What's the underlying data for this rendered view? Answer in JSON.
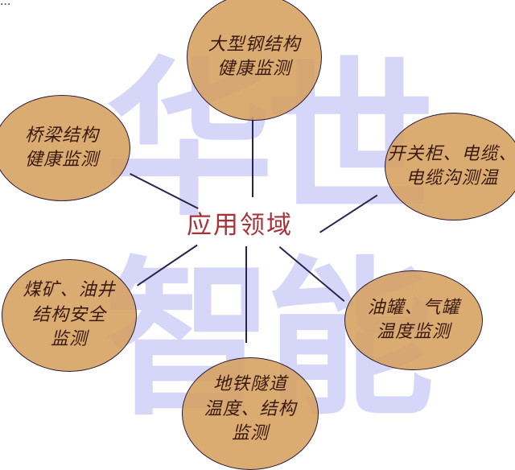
{
  "diagram": {
    "title_fragment": "...",
    "center": {
      "label": "应用领域",
      "color": "#a8323a"
    },
    "nodes": [
      {
        "id": "steel-structure",
        "label": "大型钢结构\n健康监测"
      },
      {
        "id": "bridge-structure",
        "label": "桥梁结构\n健康监测"
      },
      {
        "id": "switchgear-cable",
        "label": "开关柜、电缆、\n电缆沟测温"
      },
      {
        "id": "coal-mine-oil-well",
        "label": "煤矿、油井\n结构安全\n监测"
      },
      {
        "id": "oil-gas-tank",
        "label": "油罐、气罐\n温度监测"
      },
      {
        "id": "subway-tunnel",
        "label": "地铁隧道\n温度、结构\n监测"
      }
    ],
    "node_fill": "#d6a05f",
    "edge_color": "#2a2350"
  },
  "watermark": {
    "chars": [
      "华",
      "世",
      "智",
      "能"
    ],
    "color": "#c8c8f5"
  }
}
